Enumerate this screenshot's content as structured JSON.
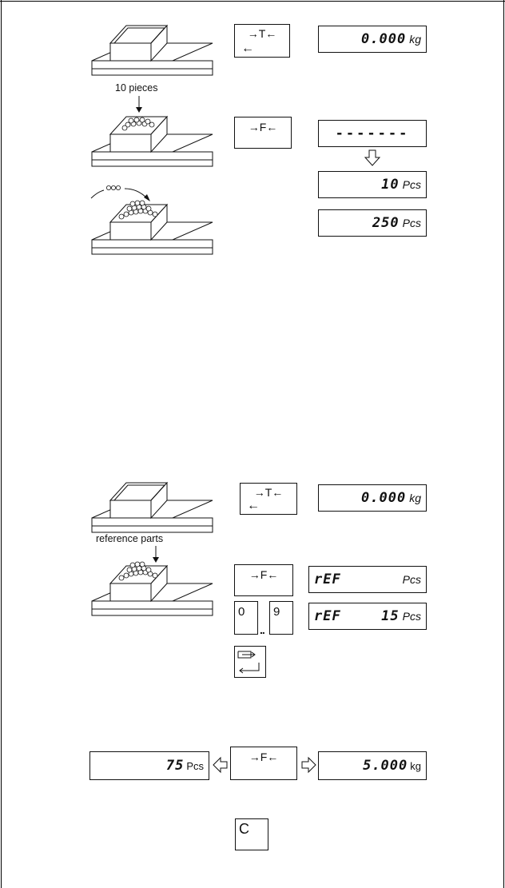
{
  "section1": {
    "step1": {
      "tare_key": "→T←",
      "tare_key_enter": "←",
      "display_value": "0.000",
      "display_unit": "kg"
    },
    "step2": {
      "caption": "10 pieces",
      "function_key": "→F←",
      "display_dashes": "-------",
      "display_value_after": "10",
      "display_unit_after": "Pcs"
    },
    "step3": {
      "display_value": "250",
      "display_unit": "Pcs"
    }
  },
  "section2": {
    "step1": {
      "tare_key": "→T←",
      "tare_key_enter": "←",
      "display_value": "0.000",
      "display_unit": "kg"
    },
    "step2": {
      "caption": "reference parts",
      "function_key": "→F←",
      "display_ref": "rEF",
      "display_unit": "Pcs"
    },
    "step3": {
      "key_zero": "0",
      "key_nine": "9",
      "key_range": "..",
      "display_ref": "rEF",
      "display_value": "15",
      "display_unit": "Pcs"
    }
  },
  "section3": {
    "left_display_value": "75",
    "left_display_unit": "Pcs",
    "function_key": "→F←",
    "right_display_value": "5.000",
    "right_display_unit": "kg"
  },
  "section4": {
    "clear_key": "C"
  }
}
